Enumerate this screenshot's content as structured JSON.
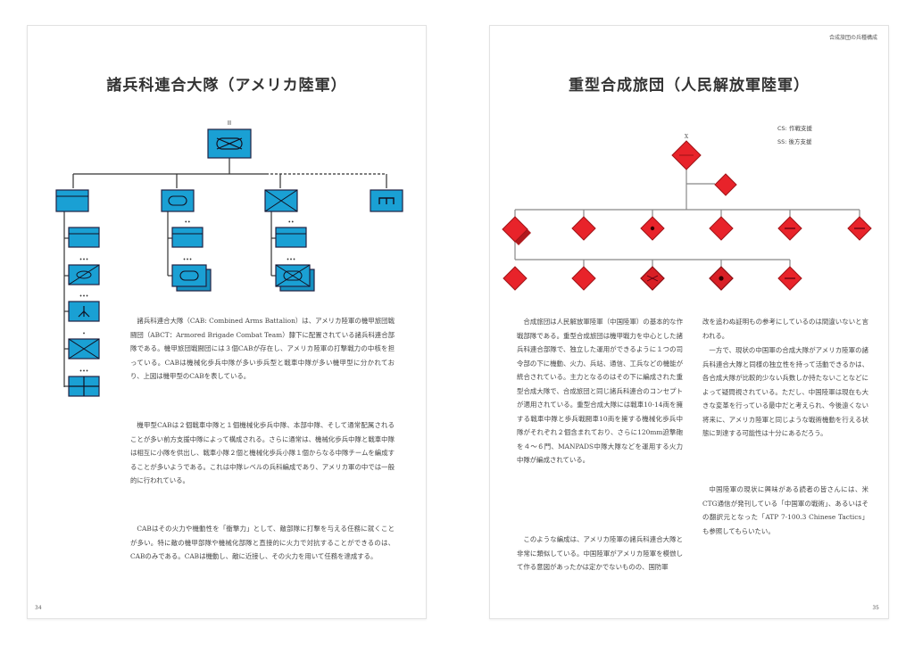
{
  "left_page": {
    "title": "諸兵科連合大隊（アメリカ陸軍）",
    "page_number": "34",
    "org_chart": {
      "type": "NATO unit symbols",
      "color": "#1aa0d4",
      "hq": {
        "echelon": "II",
        "symbol": "combined-arms-armor-infantry"
      },
      "branches": [
        {
          "symbol": "headquarters",
          "children": [
            {
              "echelon": "",
              "symbol": "headquarters"
            },
            {
              "echelon": "III",
              "symbol": "reconnaissance"
            },
            {
              "echelon": "III",
              "symbol": "mortar"
            },
            {
              "echelon": "I",
              "symbol": "infantry"
            },
            {
              "echelon": "III",
              "symbol": "medical"
            }
          ]
        },
        {
          "symbol": "armor",
          "children": [
            {
              "echelon": "II",
              "symbol": "headquarters"
            },
            {
              "echelon": "III",
              "symbol": "armor-stacked"
            }
          ]
        },
        {
          "symbol": "infantry",
          "children": [
            {
              "echelon": "II",
              "symbol": "headquarters"
            },
            {
              "echelon": "III",
              "symbol": "mechanized-infantry-stacked"
            }
          ]
        },
        {
          "symbol": "engineer",
          "attached": true,
          "children": []
        }
      ]
    },
    "paragraphs": [
      "諸兵科連合大隊（CAB: Combined Arms Battalion）は、アメリカ陸軍の機甲旅団戦闘団（ABCT：Armored Brigade Combat Team）隷下に配置されている諸兵科連合部隊である。機甲旅団戦闘団には３個CABが存在し、アメリカ陸軍の打撃戦力の中核を担っている。CABは機械化歩兵中隊が多い歩兵型と戦車中隊が多い機甲型に分かれており、上図は機甲型のCABを表している。",
      "機甲型CABは２個戦車中隊と１個機械化歩兵中隊、本部中隊、そして通常配属されることが多い前方支援中隊によって構成される。さらに通常は、機械化歩兵中隊と戦車中隊は相互に小隊を供出し、戦車小隊２個と機械化歩兵小隊１個からなる中隊チームを編成することが多いようである。これは中隊レベルの兵科編成であり、アメリカ軍の中では一般的に行われている。",
      "CABはその火力や機動性を「衝撃力」として、敵部隊に打撃を与える任務に就くことが多い。特に敵の機甲部隊や機械化部隊と直接的に火力で対抗することができるのは、CABのみである。CABは機動し、敵に近接し、その火力を用いて任務を達成する。"
    ]
  },
  "right_page": {
    "header_note": "合成旅団の兵種構成",
    "title": "重型合成旅団（人民解放軍陸軍）",
    "page_number": "35",
    "legend": [
      {
        "code": "CS",
        "label": "作戦支援"
      },
      {
        "code": "SS",
        "label": "後方支援"
      }
    ],
    "org_chart": {
      "type": "hostile unit symbols (diamond)",
      "color": "#e8232a",
      "hq": {
        "echelon": "X",
        "symbol": "headquarters"
      },
      "staff": [
        {
          "symbol": "headquarters-staff"
        }
      ],
      "row1": [
        "armor-stacked",
        "armor",
        "artillery",
        "reconnaissance",
        "combat-support",
        "service-support"
      ],
      "row2": [
        "armor",
        "armor",
        "mechanized-infantry",
        "air-defense",
        "engineer"
      ]
    },
    "paragraphs": [
      "合成旅団は人民解放軍陸軍（中国陸軍）の基本的な作戦部隊である。重型合成旅団は機甲戦力を中心とした諸兵科連合部隊で、独立した運用ができるように１つの司令部の下に機動、火力、兵站、通信、工兵などの機能が統合されている。主力となるのはその下に編成された重型合成大隊で、合成旅団と同じ諸兵科連合のコンセプトが適用されている。重型合成大隊には戦車10-14両を擁する戦車中隊と歩兵戦闘車10両を擁する機械化歩兵中隊がそれぞれ２個含まれており、さらに120mm迫撃砲を４～６門、MANPADS中隊大隊などを運用する火力中隊が編成されている。",
      "このような編成は、アメリカ陸軍の諸兵科連合大隊と非常に類似している。中国陸軍がアメリカ陸軍を模倣して作る意図があったかは定かでないものの、国防軍",
      "改を追わぬ証明もの参考にしているのは間違いないと言われる。",
      "一方で、現状の中国軍の合成大隊がアメリカ陸軍の諸兵科連合大隊と同様の独立性を持って活動できるかは、各合成大隊が比較的少ない兵数しか持たないことなどによって疑問視されている。ただし、中国陸軍は現在も大きな変革を行っている最中だと考えられ、今後遠くない将来に、アメリカ陸軍と同じような戦術機動を行える状態に到達する可能性は十分にあるだろう。",
      "中国陸軍の現状に興味がある読者の皆さんには、米CTG通信が発刊している「中国軍の戦術」、あるいはその翻訳元となった「ATP 7-100.3 Chinese Tactics」も参照してもらいたい。"
    ]
  }
}
